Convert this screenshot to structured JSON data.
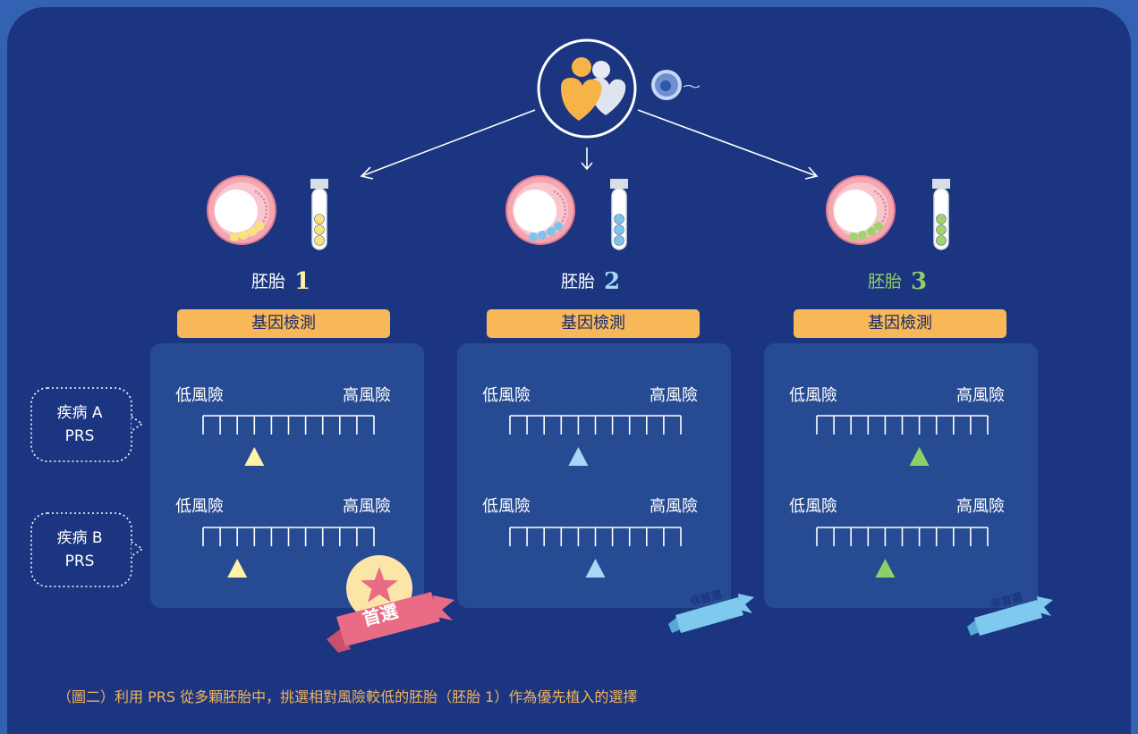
{
  "embryos": [
    {
      "title": "胚胎",
      "number": "1",
      "color": "#fdf3a6",
      "bead_color": "#f6e47a",
      "test_label": "基因檢測",
      "low_label": "低風險",
      "high_label": "高風險",
      "disease_a_risk_tick": 3,
      "disease_b_risk_tick": 2,
      "ribbon": "首選"
    },
    {
      "title": "胚胎",
      "number": "2",
      "color": "#a6d8f6",
      "bead_color": "#7ec3ec",
      "test_label": "基因檢測",
      "low_label": "低風險",
      "high_label": "高風險",
      "disease_a_risk_tick": 4,
      "disease_b_risk_tick": 5,
      "ribbon": "非首選"
    },
    {
      "title": "胚胎",
      "number": "3",
      "color": "#8fcf67",
      "bead_color": "#9fd46d",
      "test_label": "基因檢測",
      "low_label": "低風險",
      "high_label": "高風險",
      "disease_a_risk_tick": 6,
      "disease_b_risk_tick": 4,
      "ribbon": "非首選"
    }
  ],
  "diseases": [
    {
      "line1": "疾病 A",
      "line2": "PRS"
    },
    {
      "line1": "疾病 B",
      "line2": "PRS"
    }
  ],
  "ruler_ticks": 11,
  "caption": "（圖二）利用 PRS 從多顆胚胎中，挑選相對風險較低的胚胎（胚胎 1）作為優先植入的選擇",
  "colors": {
    "background": "#1b3580",
    "panel": "#264b93",
    "badge": "#f8b85a",
    "caption": "#f2b45a",
    "ribbon_pink": "#e96b86",
    "ribbon_blue": "#7fc9ee"
  }
}
